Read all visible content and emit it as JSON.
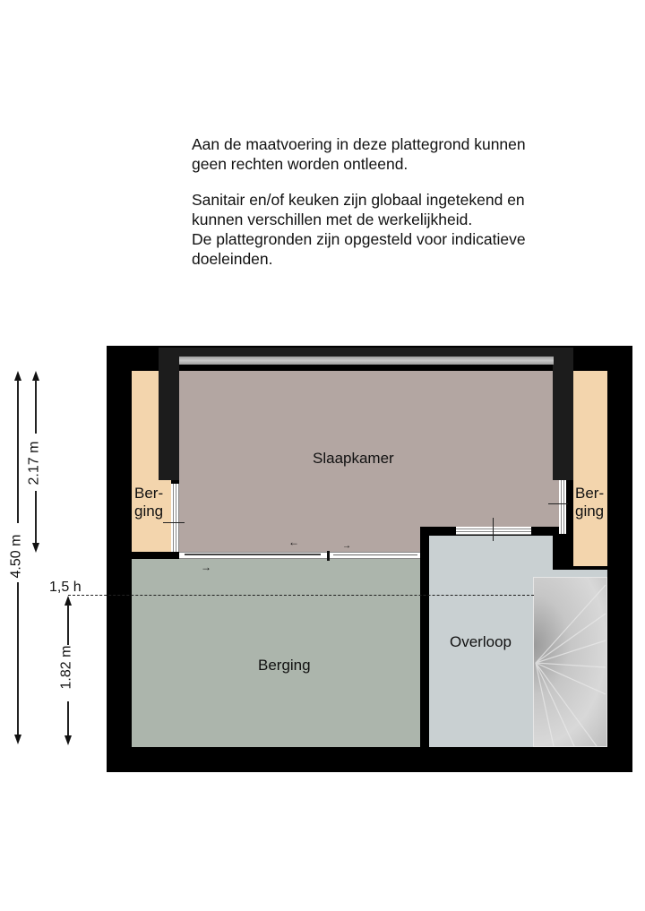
{
  "disclaimer": {
    "paragraph_1": "Aan de maatvoering in deze  plattegrond kunnen\ngeen rechten worden ontleend.",
    "paragraph_2": "Sanitair en/of keuken zijn globaal ingetekend en\nkunnen verschillen met de werkelijkheid.",
    "paragraph_3": "De plattegronden zijn opgesteld voor indicatieve\ndoeleinden."
  },
  "rooms": {
    "slaapkamer": "Slaapkamer",
    "berging_main": "Berging",
    "overloop": "Overloop",
    "berging_left_1": "Ber-",
    "berging_left_2": "ging",
    "berging_right_1": "Ber-",
    "berging_right_2": "ging"
  },
  "dimensions": {
    "total_height": "4.50 m",
    "upper_height": "2.17 m",
    "lower_height": "1.82 m",
    "ceiling_line": "1,5 h"
  },
  "colors": {
    "wall": "#000000",
    "inner_wall": "#1a1a1a",
    "slaapkamer": "#b3a6a2",
    "berging_main": "#acb5ac",
    "overloop": "#c9d0d2",
    "berging_side": "#f3d5ad",
    "stairs": "#c4c4c4"
  }
}
